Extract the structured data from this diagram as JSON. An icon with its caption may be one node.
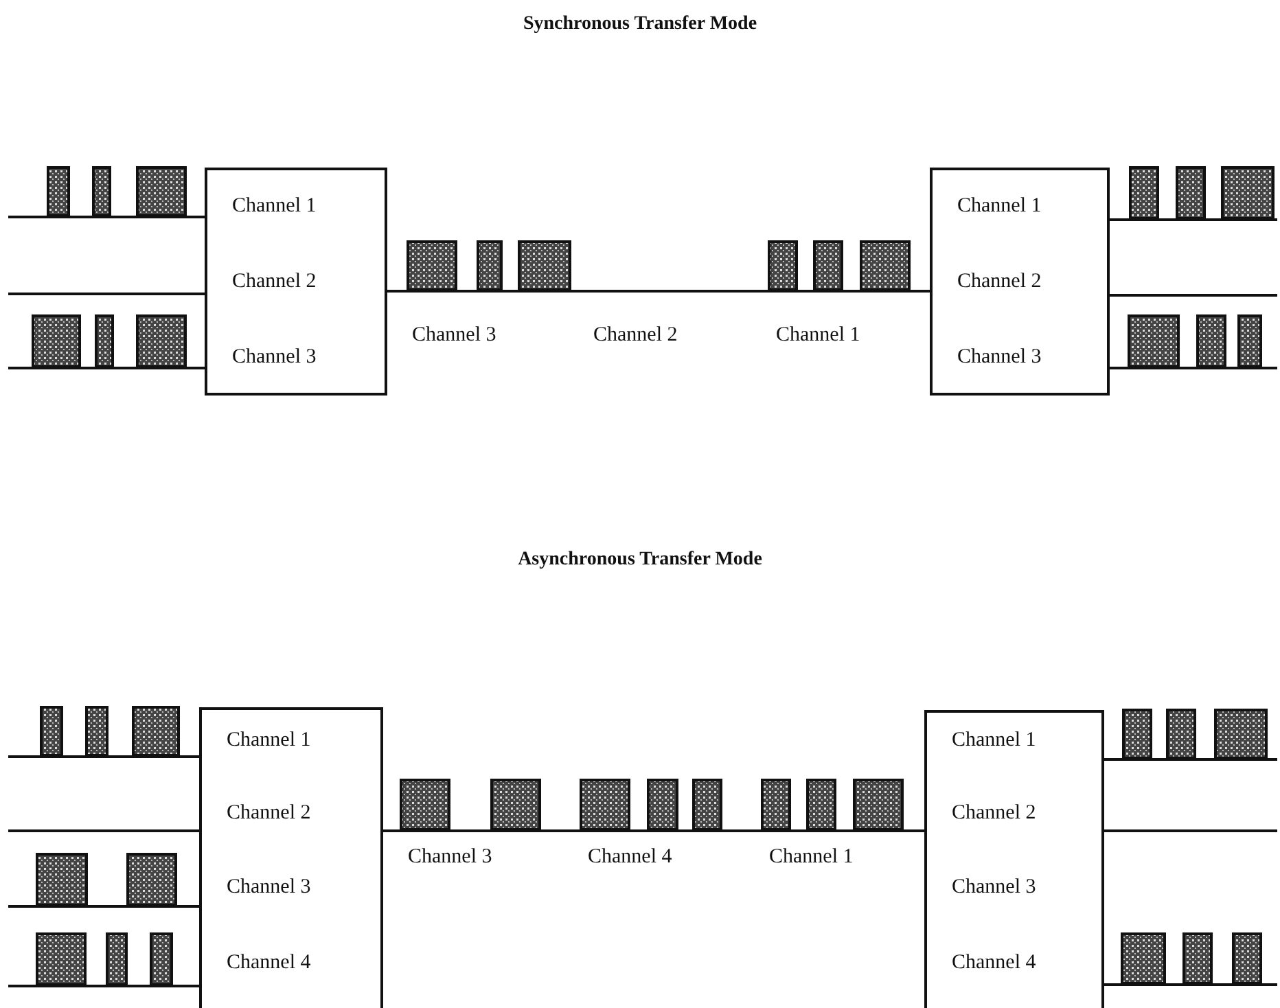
{
  "diagram": {
    "nodes": [
      {
        "text": [
          "Channel 1",
          "Channel 2",
          "Channel 3"
        ]
      },
      {
        "text": [
          "Channel 1",
          "Channel 2",
          "Channel 3"
        ]
      },
      {
        "text": [
          "Channel 1",
          "Channel 2",
          "Channel 3",
          "Channel 4"
        ]
      },
      {
        "text": [
          "Channel 1",
          "Channel 2",
          "Channel 3",
          "Channel 4"
        ]
      }
    ],
    "edges": [
      {
        "from": null,
        "to": 0,
        "arrow": "none"
      },
      {
        "from": null,
        "to": 0,
        "arrow": "none"
      },
      {
        "from": null,
        "to": 0,
        "arrow": "none"
      },
      {
        "from": 0,
        "to": 1,
        "arrow": "none"
      },
      {
        "from": 1,
        "to": null,
        "arrow": "none"
      },
      {
        "from": 1,
        "to": null,
        "arrow": "none"
      },
      {
        "from": 1,
        "to": null,
        "arrow": "none"
      },
      {
        "from": null,
        "to": 2,
        "arrow": "none"
      },
      {
        "from": null,
        "to": 2,
        "arrow": "none"
      },
      {
        "from": null,
        "to": 2,
        "arrow": "none"
      },
      {
        "from": null,
        "to": 2,
        "arrow": "none"
      },
      {
        "from": 2,
        "to": 3,
        "arrow": "none"
      },
      {
        "from": 3,
        "to": null,
        "arrow": "none"
      },
      {
        "from": 3,
        "to": null,
        "arrow": "none"
      },
      {
        "from": 3,
        "to": null,
        "arrow": "none"
      }
    ],
    "labels": [
      "Synchronous Transfer Mode",
      "Channel 3",
      "Channel 2",
      "Channel 1",
      "Asynchronous Transfer Mode",
      "Channel 3",
      "Channel 4",
      "Channel 1"
    ]
  }
}
